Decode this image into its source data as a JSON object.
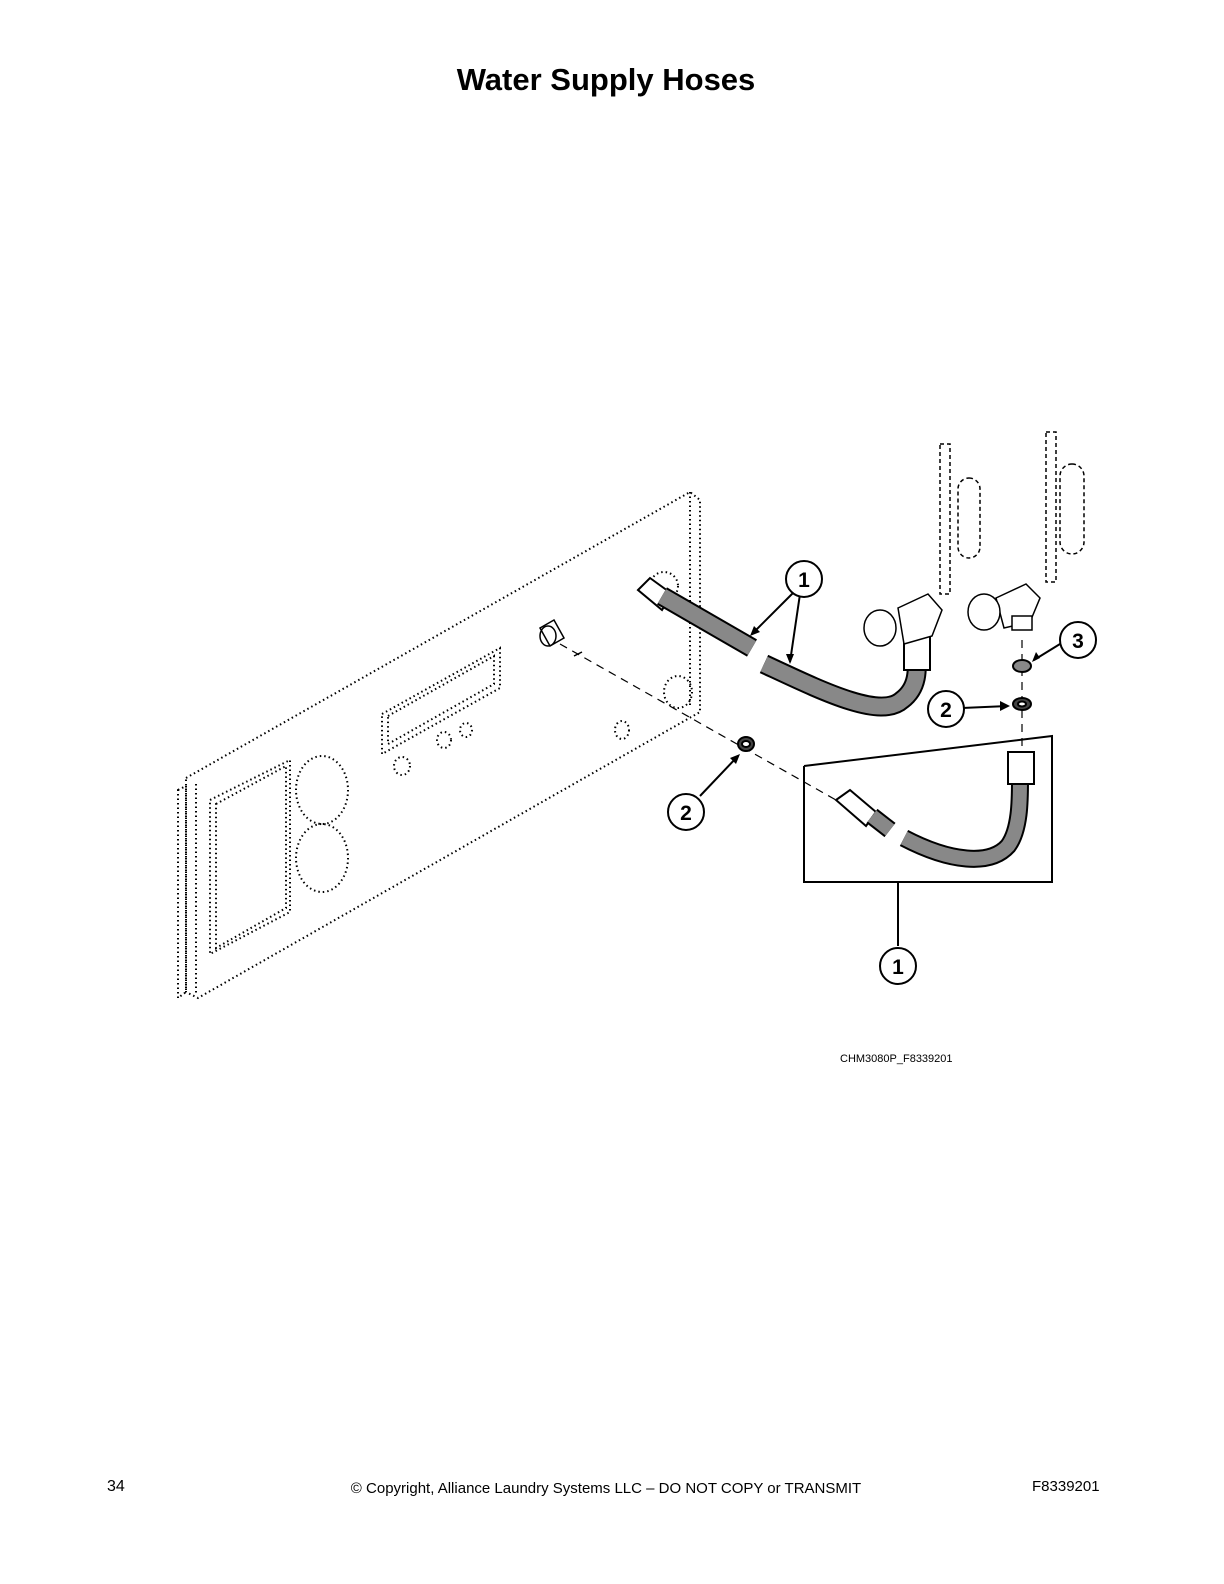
{
  "title": "Water Supply Hoses",
  "figure": {
    "id_label": "CHM3080P_F8339201",
    "callouts": [
      {
        "number": "1"
      },
      {
        "number": "2"
      },
      {
        "number": "3"
      },
      {
        "number": "2"
      },
      {
        "number": "1"
      }
    ]
  },
  "footer": {
    "page_number": "34",
    "copyright": "© Copyright, Alliance Laundry Systems LLC – DO NOT COPY or TRANSMIT",
    "document_code": "F8339201"
  }
}
